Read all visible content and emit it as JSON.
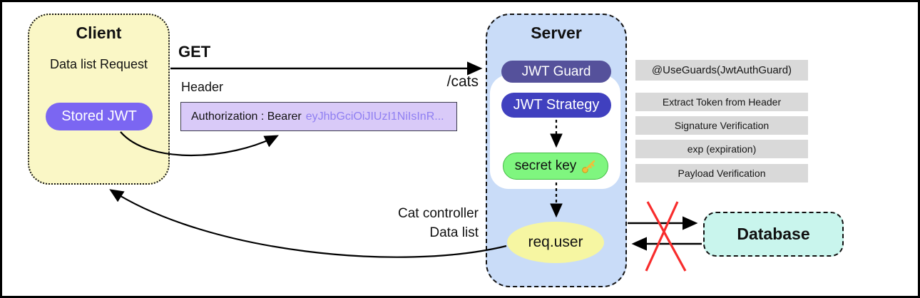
{
  "client": {
    "title": "Client",
    "request_text": "Data list Request",
    "stored_jwt_label": "Stored JWT"
  },
  "request": {
    "method": "GET",
    "path": "/cats",
    "header_label": "Header",
    "auth_prefix": "Authorization : Bearer",
    "auth_token": "eyJhbGciOiJIUzI1NiIsInR..."
  },
  "server": {
    "title": "Server",
    "guard_label": "JWT Guard",
    "strategy_label": "JWT Strategy",
    "secret_key_label": "secret key",
    "req_user_label": "req.user"
  },
  "annotations": {
    "use_guards": "@UseGuards(JwtAuthGuard)",
    "steps": [
      "Extract Token from Header",
      "Signature Verification",
      "exp (expiration)",
      "Payload Verification"
    ],
    "controller_line1": "Cat controller",
    "controller_line2": "Data list"
  },
  "database": {
    "title": "Database"
  },
  "icons": {
    "key": "key-icon"
  },
  "colors": {
    "client_bg": "#FAF7C6",
    "stored_jwt_bg": "#7B66F2",
    "server_bg": "#C9DCF8",
    "guard_bg": "#55519B",
    "strategy_bg": "#4040BF",
    "secret_key_bg": "#7FF67F",
    "secret_key_border": "#44BB44",
    "req_user_bg": "#F6F6A2",
    "database_bg": "#C9F5ED",
    "annotation_bg": "#D9D9D9",
    "auth_box_bg": "#D9CAF8",
    "token_text": "#8F7FF2",
    "cross_red": "#F82C2C",
    "key_gold": "#F2BD3A"
  }
}
